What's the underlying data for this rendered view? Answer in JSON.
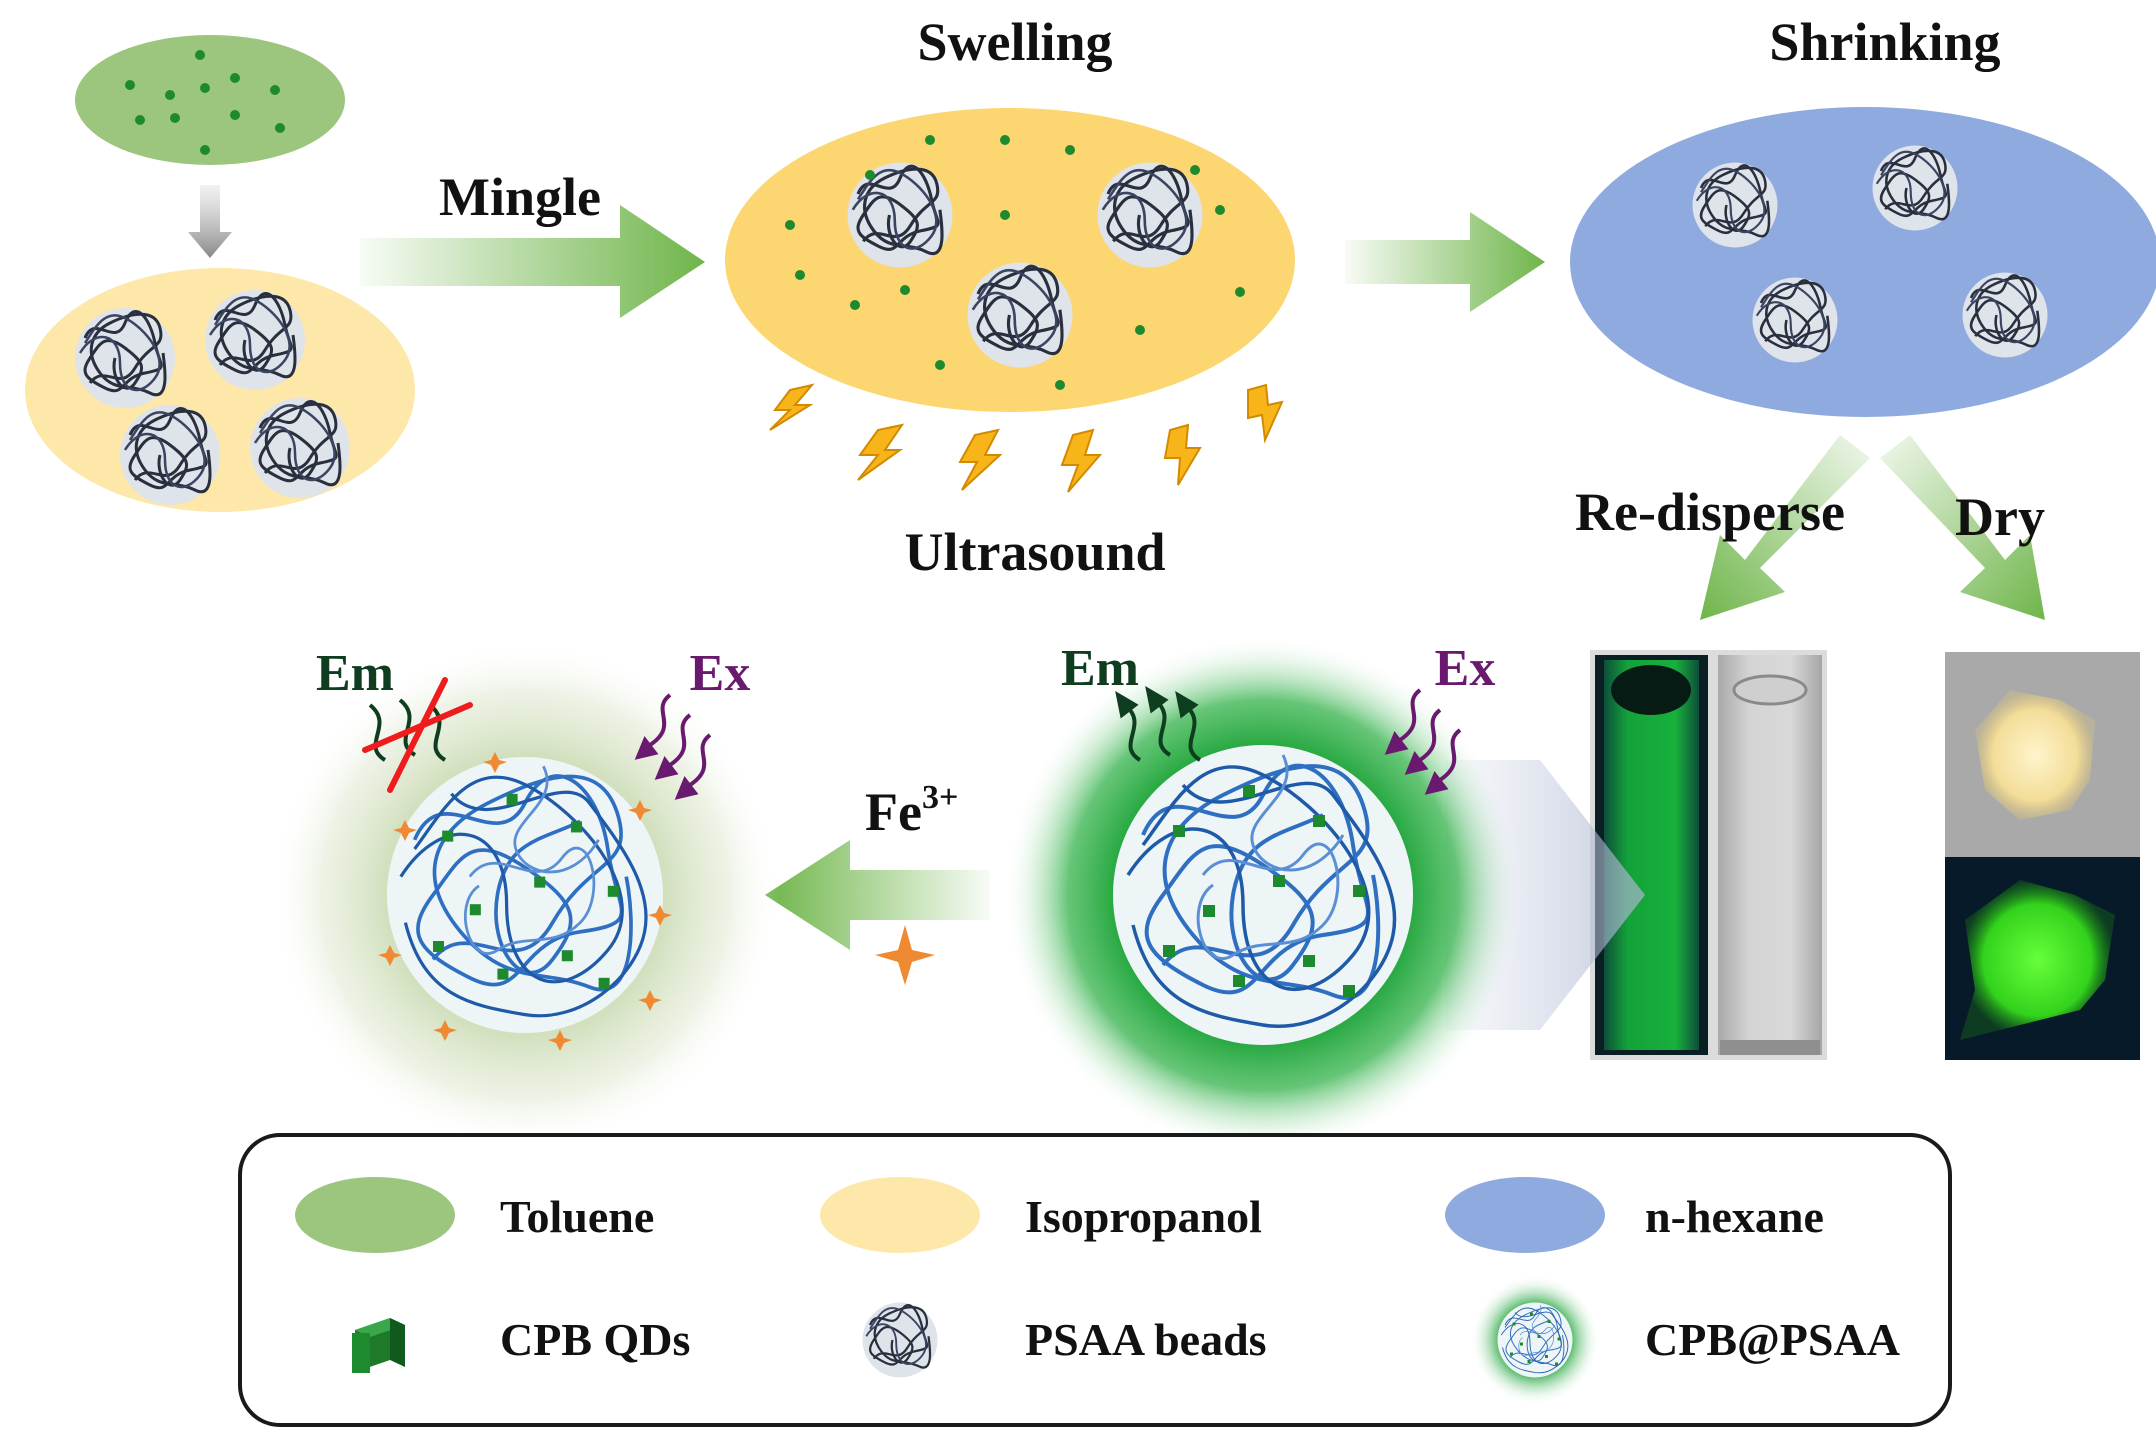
{
  "labels": {
    "swelling": "Swelling",
    "shrinking": "Shrinking",
    "mingle": "Mingle",
    "ultrasound": "Ultrasound",
    "redisperse": "Re-disperse",
    "dry": "Dry",
    "em_left": "Em",
    "ex_left": "Ex",
    "em_right": "Em",
    "ex_right": "Ex",
    "fe_base": "Fe",
    "fe_charge": "3+"
  },
  "legend": {
    "toluene": "Toluene",
    "isopropanol": "Isopropanol",
    "n_hexane": "n-hexane",
    "cpb_qds": "CPB QDs",
    "psaa_beads": "PSAA beads",
    "cpb_psaa": "CPB@PSAA"
  },
  "colors": {
    "toluene": "#9cc57e",
    "isopropanol": "#fcd670",
    "n_hexane": "#8eaadf",
    "qd_green": "#1e8a2e",
    "arrow_green": "#6fb54a",
    "bead_blue": "#2f6fc2",
    "quench_red": "#ee1c1c",
    "fe_orange": "#f08a32",
    "ultrasound_yellow": "#f8b51a"
  }
}
